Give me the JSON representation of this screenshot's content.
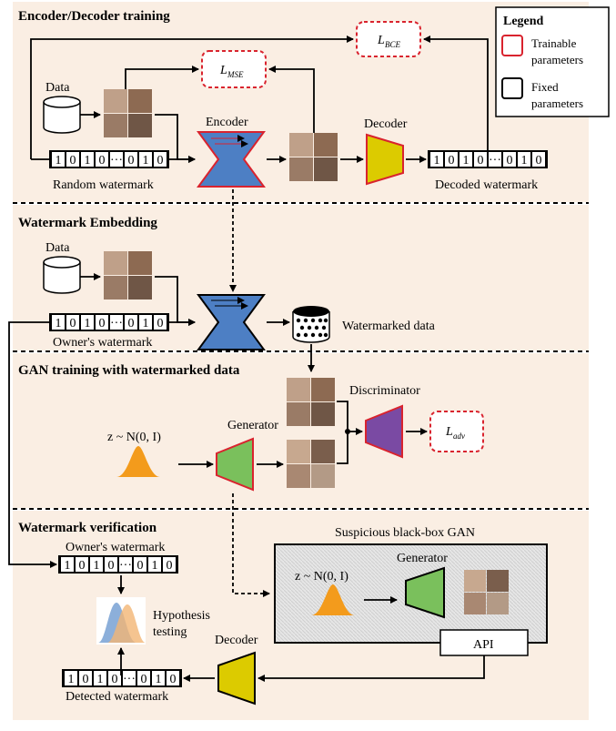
{
  "sections": {
    "s1": "Encoder/Decoder training",
    "s2": "Watermark Embedding",
    "s3": "GAN training with watermarked data",
    "s4": "Watermark verification"
  },
  "legend": {
    "title": "Legend",
    "trainable_1": "Trainable",
    "trainable_2": "parameters",
    "fixed_1": "Fixed",
    "fixed_2": "parameters"
  },
  "losses": {
    "bce_main": "L",
    "bce_sub": "BCE",
    "mse_main": "L",
    "mse_sub": "MSE",
    "adv_main": "L",
    "adv_sub": "adv"
  },
  "labels": {
    "data_1": "Data",
    "encoder_1": "Encoder",
    "decoder_1": "Decoder",
    "random_watermark": "Random watermark",
    "decoded_watermark": "Decoded watermark",
    "data_2": "Data",
    "owners_watermark_1": "Owner's watermark",
    "watermarked_data": "Watermarked data",
    "discriminator": "Discriminator",
    "generator_1": "Generator",
    "noise_formula": "z ~ N(0, I)",
    "suspicious_gan": "Suspicious black-box GAN",
    "generator_2": "Generator",
    "noise_formula_2": "z ~ N(0, I)",
    "api": "API",
    "owners_watermark_2": "Owner's watermark",
    "hypothesis_1": "Hypothesis",
    "hypothesis_2": "testing",
    "decoder_2": "Decoder",
    "detected_watermark": "Detected watermark"
  },
  "bits": {
    "b1": "1",
    "b2": "0",
    "b3": "1",
    "b4": "0",
    "dots": "···",
    "b5": "0",
    "b6": "1",
    "b7": "0"
  },
  "colors": {
    "section_bg": "#faeee3",
    "trainable": "#d9232e",
    "fixed": "#000000",
    "encoder": "#4d7fc4",
    "decoder": "#dccb00",
    "generator": "#7ac05c",
    "discriminator": "#7a4aa3",
    "gaussian": "#f39b1c",
    "hist_blue": "#7fa6d6",
    "hist_orange": "#f2b574"
  }
}
